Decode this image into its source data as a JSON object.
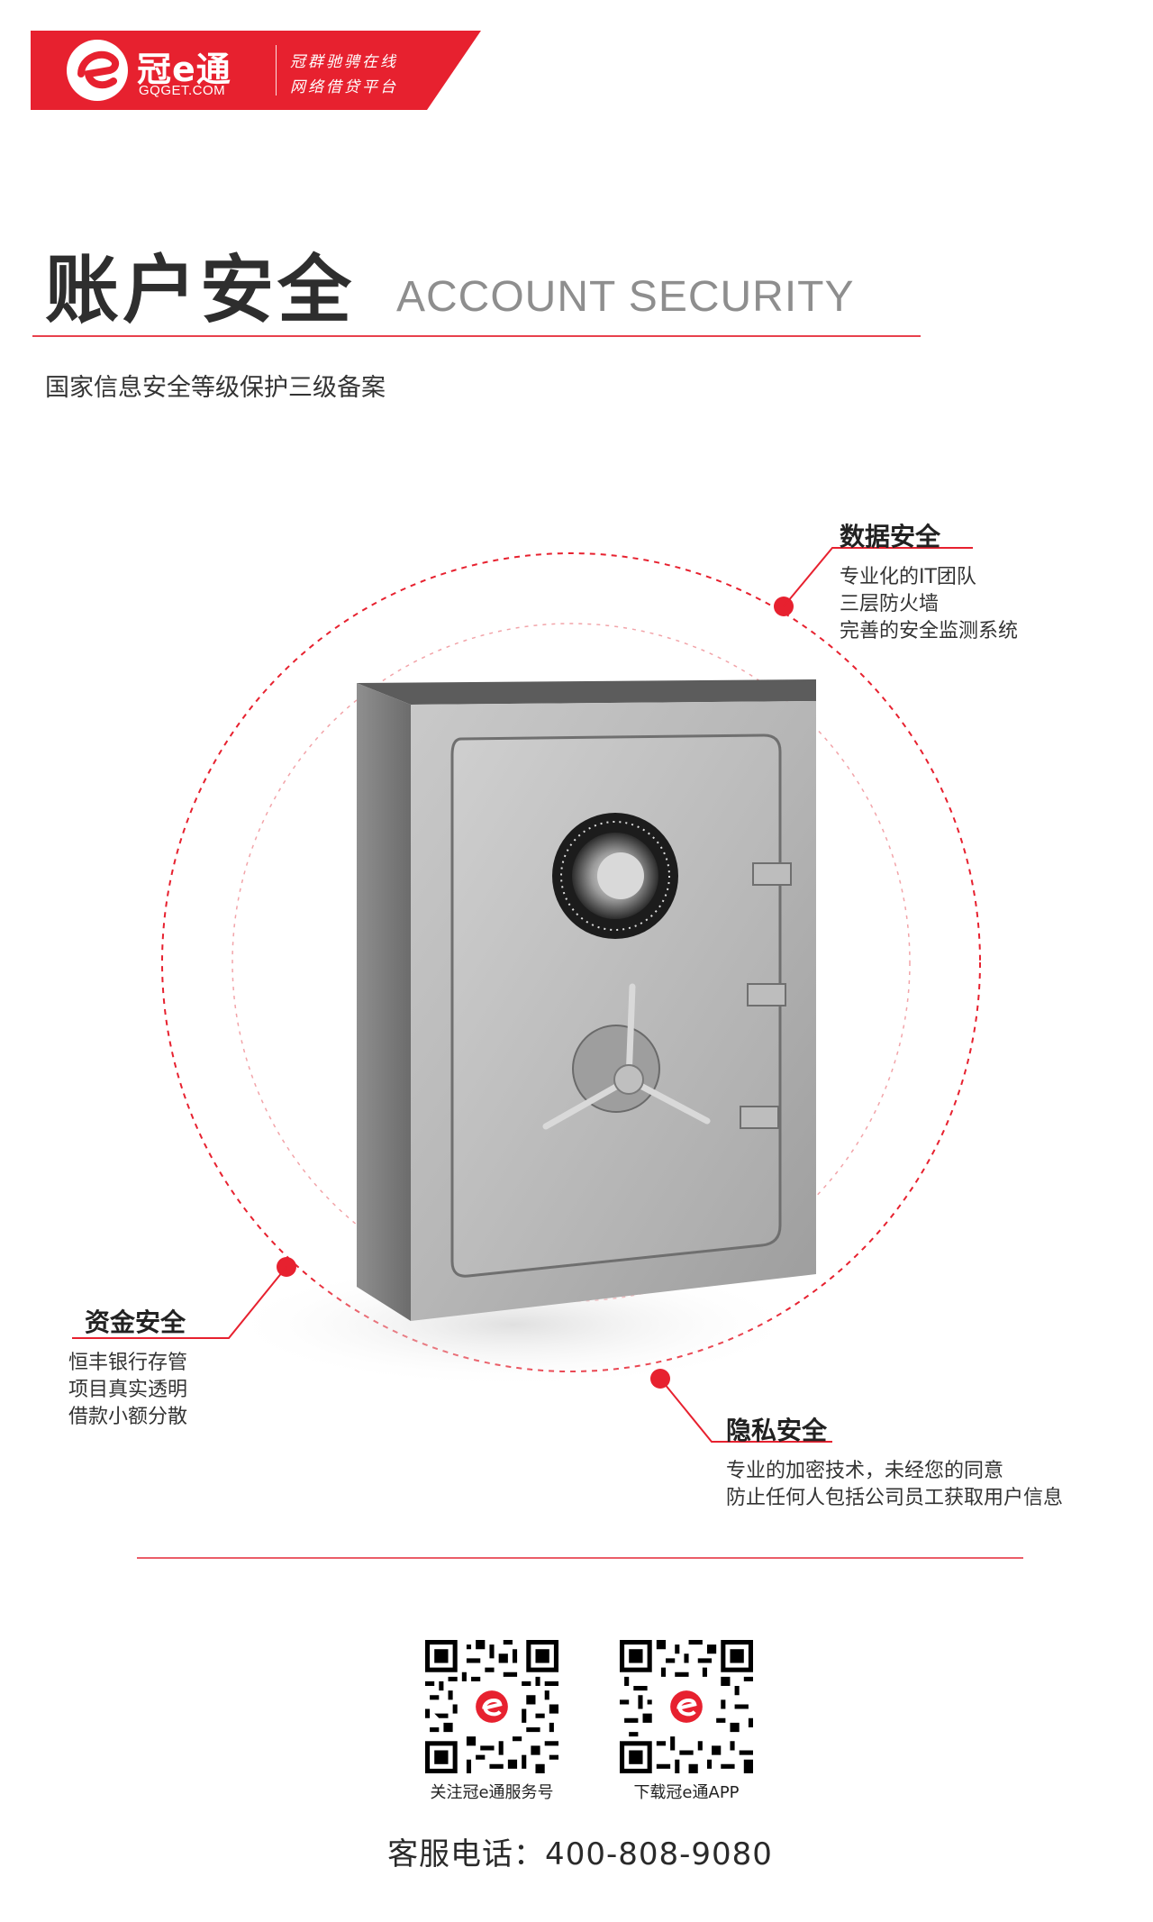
{
  "header": {
    "brand_name": "冠e通",
    "brand_url": "GQGET.COM",
    "slogan_line1": "冠群驰骋在线",
    "slogan_line2": "网络借贷平台",
    "brand_color": "#e7212f"
  },
  "title": {
    "chinese": "账户安全",
    "english": "ACCOUNT SECURITY",
    "subtitle": "国家信息安全等级保护三级备案"
  },
  "features": {
    "data_security": {
      "title": "数据安全",
      "lines": [
        "专业化的IT团队",
        "三层防火墙",
        "完善的安全监测系统"
      ]
    },
    "fund_security": {
      "title": "资金安全",
      "lines": [
        "恒丰银行存管",
        "项目真实透明",
        "借款小额分散"
      ]
    },
    "privacy_security": {
      "title": "隐私安全",
      "lines": [
        "专业的加密技术，未经您的同意",
        "防止任何人包括公司员工获取用户信息"
      ]
    }
  },
  "illustration": {
    "subject": "safe-icon",
    "accent_color": "#e7212f"
  },
  "footer": {
    "qr_service_label": "关注冠e通服务号",
    "qr_app_label": "下载冠e通APP",
    "hotline": "客服电话：400-808-9080"
  }
}
